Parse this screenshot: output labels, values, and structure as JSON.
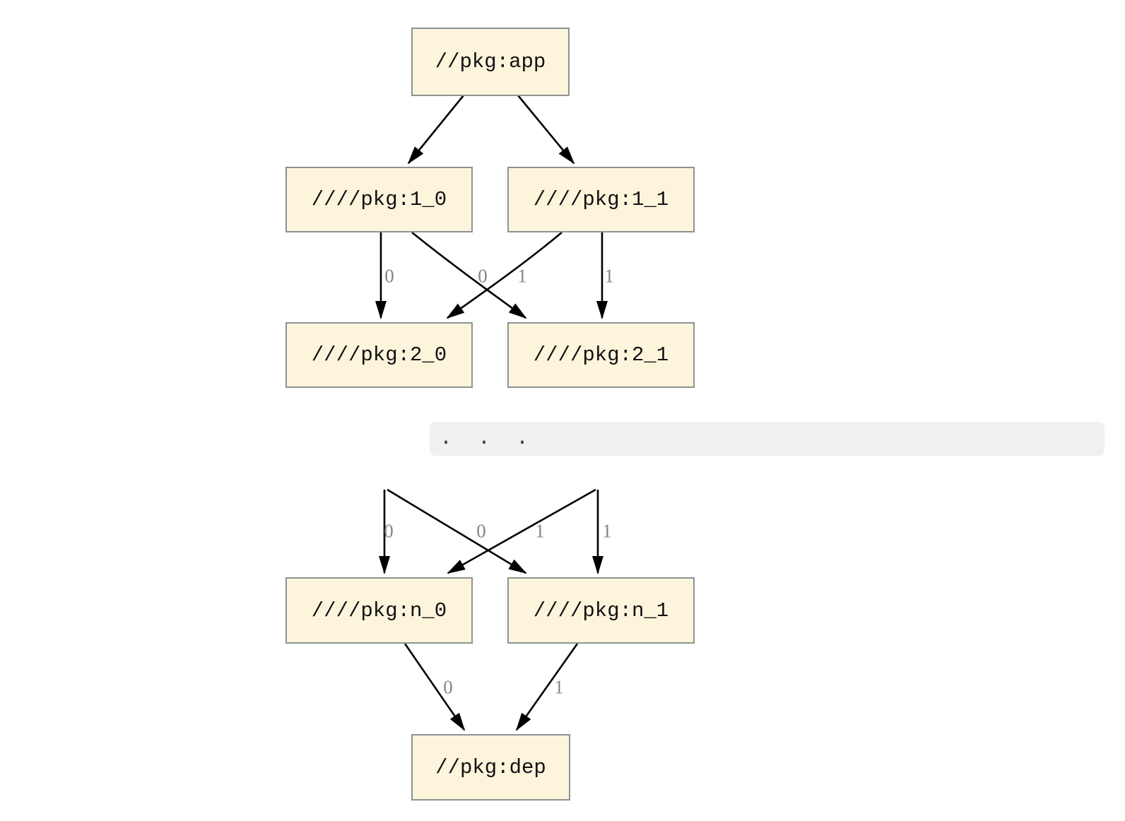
{
  "diagram": {
    "type": "dependency-graph",
    "nodes": {
      "app": {
        "label": "//pkg:app"
      },
      "l1_0": {
        "label": "////pkg:1_0"
      },
      "l1_1": {
        "label": "////pkg:1_1"
      },
      "l2_0": {
        "label": "////pkg:2_0"
      },
      "l2_1": {
        "label": "////pkg:2_1"
      },
      "ln_0": {
        "label": "////pkg:n_0"
      },
      "ln_1": {
        "label": "////pkg:n_1"
      },
      "dep": {
        "label": "//pkg:dep"
      }
    },
    "ellipsis": {
      "label": ".  .  ."
    },
    "edges": [
      {
        "from": "//pkg:app",
        "to": "////pkg:1_0",
        "label": ""
      },
      {
        "from": "//pkg:app",
        "to": "////pkg:1_1",
        "label": ""
      },
      {
        "from": "////pkg:1_0",
        "to": "////pkg:2_0",
        "label": "0"
      },
      {
        "from": "////pkg:1_1",
        "to": "////pkg:2_0",
        "label": "0"
      },
      {
        "from": "////pkg:1_0",
        "to": "////pkg:2_1",
        "label": "1"
      },
      {
        "from": "////pkg:1_1",
        "to": "////pkg:2_1",
        "label": "1"
      },
      {
        "from": "...",
        "to": "////pkg:n_0",
        "label": "0"
      },
      {
        "from": "...",
        "to": "////pkg:n_0",
        "label": "0"
      },
      {
        "from": "...",
        "to": "////pkg:n_1",
        "label": "1"
      },
      {
        "from": "...",
        "to": "////pkg:n_1",
        "label": "1"
      },
      {
        "from": "////pkg:n_0",
        "to": "//pkg:dep",
        "label": "0"
      },
      {
        "from": "////pkg:n_1",
        "to": "//pkg:dep",
        "label": "1"
      }
    ],
    "edge_labels": {
      "upper": [
        "0",
        "0",
        "1",
        "1"
      ],
      "lower": [
        "0",
        "0",
        "1",
        "1"
      ],
      "into_dep": [
        "0",
        "1"
      ]
    },
    "colors": {
      "node_fill": "#fcf5dc",
      "node_border": "#8d9292",
      "node_text": "#111111",
      "edge_stroke": "#000000",
      "edge_label_text": "#858585",
      "ellipsis_band_fill": "#f0f0f0",
      "ellipsis_text": "#3a3a3a",
      "background": "#ffffff"
    }
  }
}
